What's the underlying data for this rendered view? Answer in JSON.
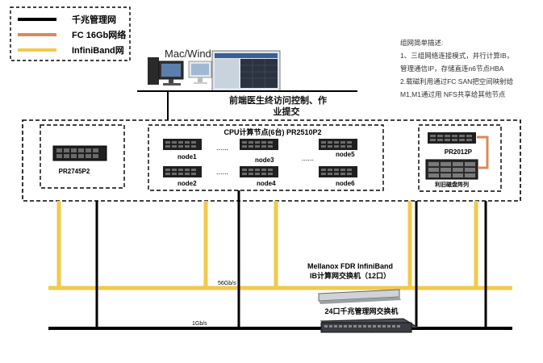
{
  "legend": {
    "items": [
      {
        "label": "千兆管理网",
        "color": "#000000"
      },
      {
        "label": "FC 16Gb网络",
        "color": "#d98a5a"
      },
      {
        "label": "InfiniBand网",
        "color": "#f2c94c"
      }
    ]
  },
  "workstation": {
    "label": "Mac/Windows",
    "caption_line1": "前端医生终访问控制、作",
    "caption_line2": "业提交"
  },
  "notes": {
    "lines": [
      "组网简单描述:",
      "1、三组网络连接模式，并行计算IB，",
      "管理通信IP，存储直连n6节点HBA",
      "2.载磁利用通过FC SAN把空间映射给",
      "M1,M1通过用 NFS共享给其他节点"
    ]
  },
  "servers": {
    "left": {
      "label": "PR2745P2"
    },
    "compute_group": {
      "title": "CPU计算节点(6台) PR2510P2",
      "nodes": [
        {
          "label": "node1"
        },
        {
          "label": "node2"
        },
        {
          "label": "node3"
        },
        {
          "label": "node4"
        },
        {
          "label": "node5"
        },
        {
          "label": "node6"
        }
      ],
      "dots": "......"
    },
    "right_top": {
      "label": "PR2012P"
    },
    "right_bottom": {
      "label": "利旧磁盘阵列"
    }
  },
  "ib_switch": {
    "line1": "Mellanox FDR InfiniBand",
    "line2": "IB计算网交换机（12口）",
    "speed": "56Gb/s"
  },
  "mgmt_switch": {
    "label": "24口千兆管理网交换机",
    "speed": "1Gb/s"
  },
  "colors": {
    "mgmt": "#000000",
    "fc": "#d98a5a",
    "ib": "#f2c94c"
  }
}
